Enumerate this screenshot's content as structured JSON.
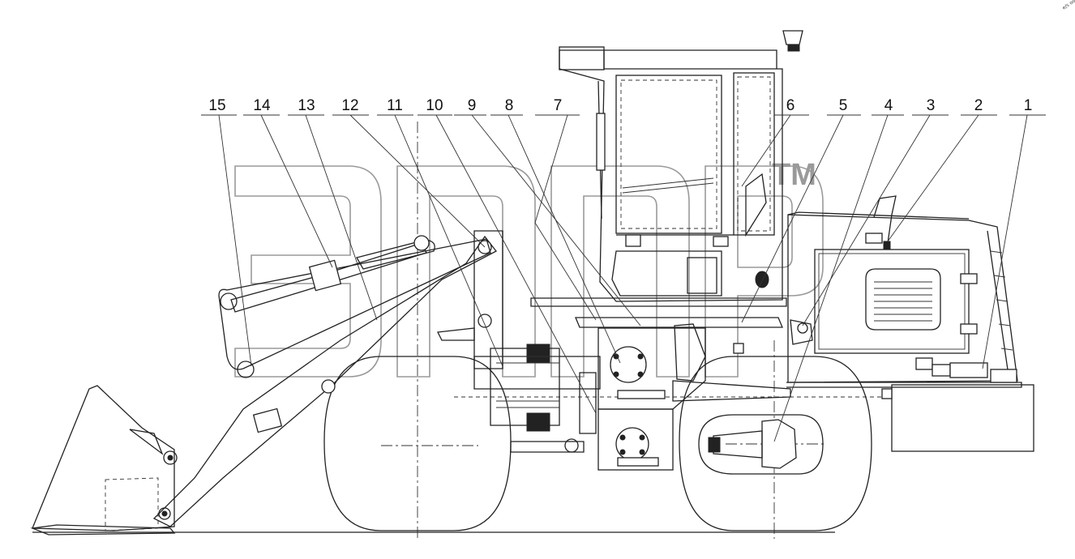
{
  "callouts": [
    "1",
    "2",
    "3",
    "4",
    "5",
    "6",
    "7",
    "8",
    "9",
    "10",
    "11",
    "12",
    "13",
    "14",
    "15"
  ],
  "watermark": {
    "trademark": "TM"
  },
  "corner_note": "e/s ooo",
  "colors": {
    "line": "#222222",
    "watermark": "#9a9a9a",
    "background": "#ffffff"
  }
}
